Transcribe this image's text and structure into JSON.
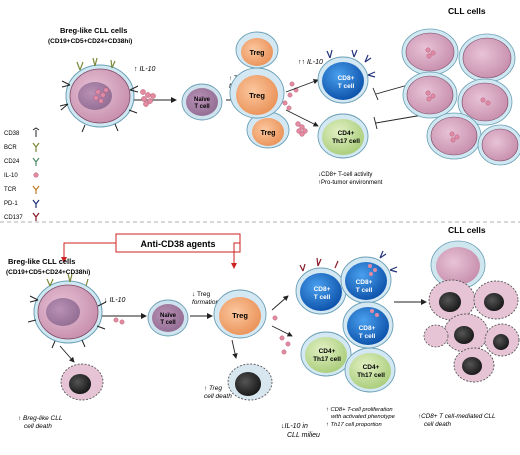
{
  "top": {
    "breg_title": "Breg-like CLL cells",
    "breg_phenotype": "(CD19+CD5+CD24+CD38hi)",
    "il10": "↑ IL-10",
    "naive_l1": "Naïve",
    "naive_l2": "T cell",
    "treg_arrow_l1": "↑ Treg",
    "treg_arrow_l2": "formation",
    "treg_label": "Treg",
    "up_il10": "↑↑ IL-10",
    "cd8_l1": "CD8+",
    "cd8_l2": "T cell",
    "cd4_l1": "CD4+",
    "cd4_l2": "Th17 cell",
    "effect1": "↓CD8+ T-cell activity",
    "effect2": "↑Pro-tumor environment",
    "cll_title": "CLL cells"
  },
  "legend": {
    "items": [
      {
        "label": "CD38",
        "icon": "cd38-icon"
      },
      {
        "label": "BCR",
        "icon": "bcr-icon"
      },
      {
        "label": "CD24",
        "icon": "cd24-icon"
      },
      {
        "label": "IL-10",
        "icon": "il10-icon"
      },
      {
        "label": "TCR",
        "icon": "tcr-icon"
      },
      {
        "label": "PD-1",
        "icon": "pd1-icon"
      },
      {
        "label": "CD137",
        "icon": "cd137-icon"
      }
    ]
  },
  "bottom": {
    "agent_box": "Anti-CD38 agents",
    "breg_title": "Breg-like CLL cells",
    "breg_phenotype": "(CD19+CD5+CD24+CD38hi)",
    "il10": "↓ IL-10",
    "naive_l1": "Naïve",
    "naive_l2": "T cell",
    "treg_arrow_l1": "↓ Treg",
    "treg_arrow_l2": "formation",
    "treg_label": "Treg",
    "breg_death_l1": "↑ Breg-like CLL",
    "breg_death_l2": "cell death",
    "treg_death_l1": "↑ Treg",
    "treg_death_l2": "cell death",
    "il10_milieu_l1": "↓IL-10 in",
    "il10_milieu_l2": "CLL milieu",
    "cd8_l1": "CD8+",
    "cd8_l2": "T cell",
    "cd4_l1": "CD4+",
    "cd4_l2": "Th17 cell",
    "prolif_l1": "↑ CD8+ T-cell proliferation",
    "prolif_l2": "with activated phenotype",
    "prolif_l3": "↑ Th17 cell proportion",
    "cll_title": "CLL cells",
    "cll_death_l1": "↑CD8+ T cell-mediated CLL",
    "cll_death_l2": "cell death"
  },
  "colors": {
    "cll_cell": "#d7a6c1",
    "treg_cell": "#f5b07e",
    "naive_cell": "#c9a5c9",
    "cd8_cell": "#1f78d6",
    "cd4_cell": "#c8e0a0",
    "red_arrow": "#cc2222"
  }
}
